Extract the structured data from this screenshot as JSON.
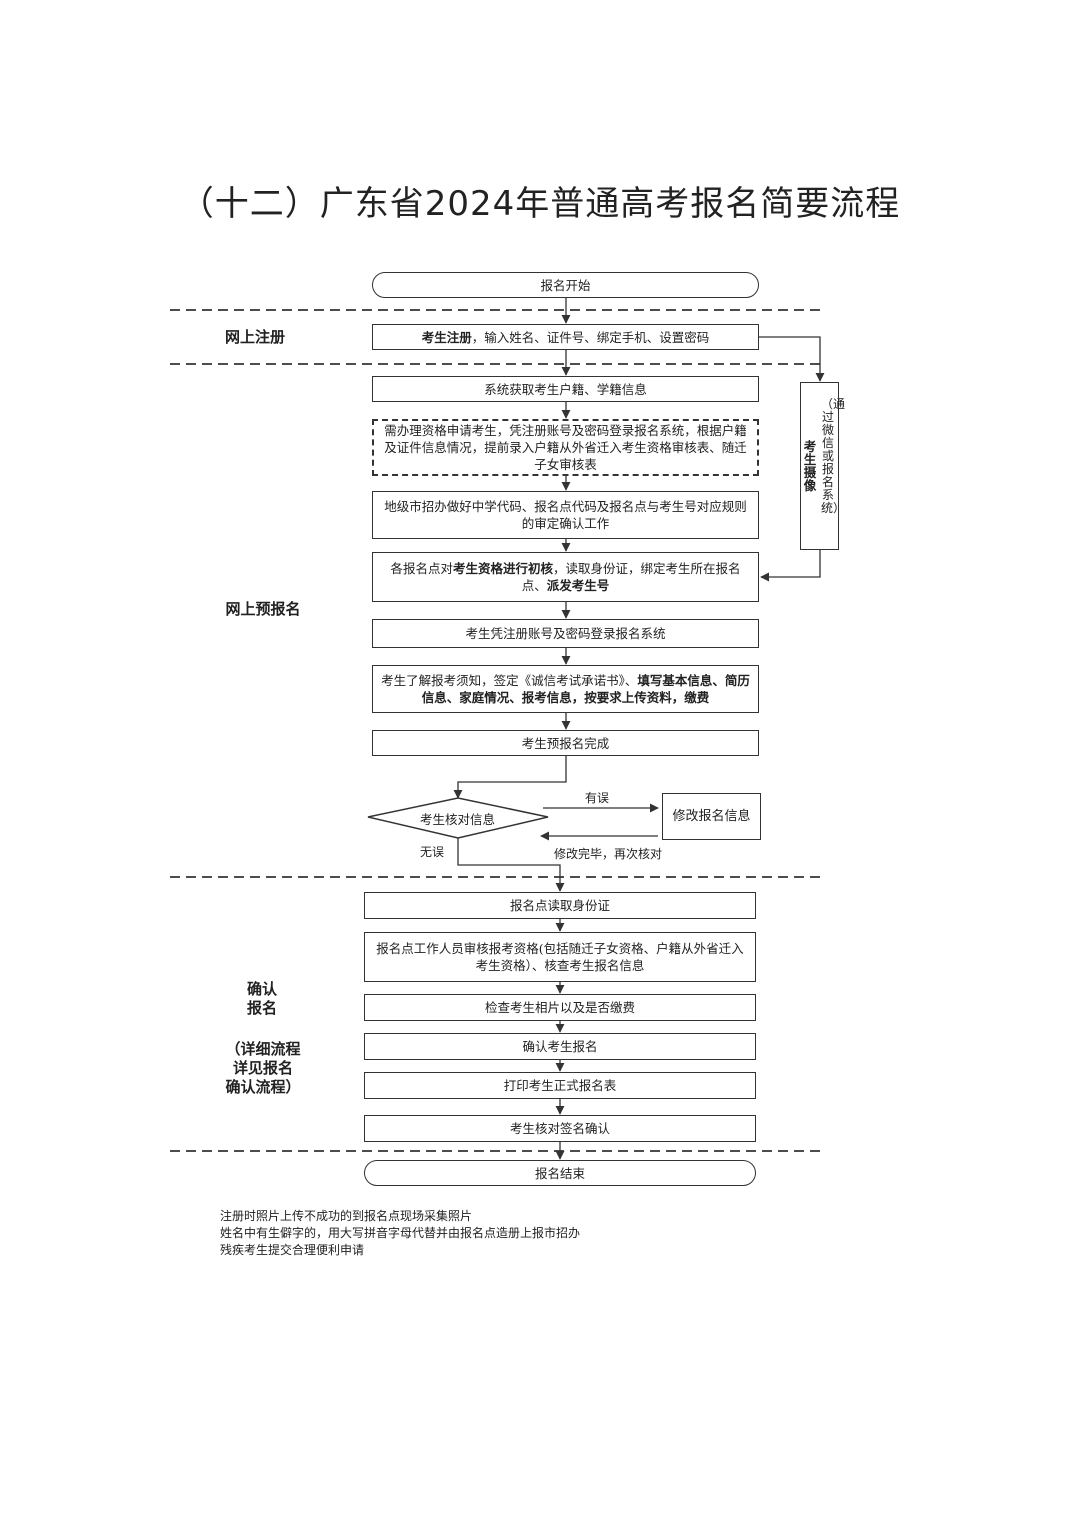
{
  "title": "（十二）广东省2024年普通高考报名简要流程",
  "sections": {
    "online_register": "网上注册",
    "online_pre": "网上预报名",
    "confirm_1": "确认",
    "confirm_2": "报名",
    "confirm_note_1": "（详细流程",
    "confirm_note_2": "详见报名",
    "confirm_note_3": "确认流程）"
  },
  "steps": {
    "start": "报名开始",
    "register_bold": "考生注册",
    "register_rest": "，输入姓名、证件号、绑定手机、设置密码",
    "fetch_info": "系统获取考生户籍、学籍信息",
    "qualification": "需办理资格申请考生，凭注册账号及密码登录报名系统，根据户籍及证件信息情况，提前录入户籍从外省迁入考生资格审核表、随迁子女审核表",
    "city_codes": "地级市招办做好中学代码、报名点代码及报名点与考生号对应规则的审定确认工作",
    "initial_a": "各报名点对",
    "initial_b": "考生资格进行初核",
    "initial_c": "，读取身份证，绑定考生所在报名点、",
    "initial_d": "派发考生号",
    "login": "考生凭注册账号及密码登录报名系统",
    "fill_a": "考生了解报考须知，签定《诚信考试承诺书》、",
    "fill_b": "填写基本信息、简历信息、家庭情况、报考信息，按要求上传资料，缴费",
    "pre_done": "考生预报名完成",
    "check_info": "考生核对信息",
    "modify_info": "修改报名信息",
    "has_error": "有误",
    "no_error": "无误",
    "recheck": "修改完毕，再次核对",
    "read_id": "报名点读取身份证",
    "staff_review": "报名点工作人员审核报考资格(包括随迁子女资格、户籍从外省迁入考生资格）、核查考生报名信息",
    "photo_fee": "检查考生相片以及是否缴费",
    "confirm_reg": "确认考生报名",
    "print_form": "打印考生正式报名表",
    "sign_confirm": "考生核对签名确认",
    "end": "报名结束"
  },
  "side": {
    "photo_label": "考生摄像",
    "photo_via": "（通过微信或报名系统）"
  },
  "notes": [
    "注册时照片上传不成功的到报名点现场采集照片",
    "姓名中有生僻字的，用大写拼音字母代替并由报名点造册上报市招办",
    "残疾考生提交合理便利申请"
  ]
}
